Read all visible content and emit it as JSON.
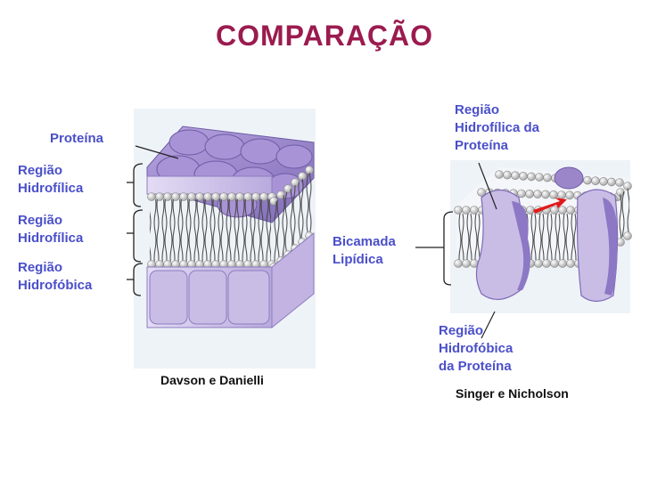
{
  "title": "COMPARAÇÃO",
  "labels": {
    "proteina": "Proteína",
    "regiao_hidrofilica_1": "Região\nHidrofílica",
    "regiao_hidrofilica_2": "Região\nHidrofílica",
    "regiao_hidrofobica": "Região\nHidrofóbica",
    "bicamada": "Bicamada\nLipídica",
    "hidrofilica_proteina": "Região\nHidrofílica da\nProteína",
    "hidrofobica_proteina": "Região\nHidrofóbica\nda Proteína"
  },
  "captions": {
    "left": "Davson e Danielli",
    "right": "Singer e Nicholson"
  },
  "colors": {
    "title": "#9b1b4f",
    "label": "#4a4fc9",
    "protein": "#9a86c9",
    "protein_light": "#c9bde6",
    "bead": "#c8c8c8",
    "arrow": "#e01a1a"
  }
}
